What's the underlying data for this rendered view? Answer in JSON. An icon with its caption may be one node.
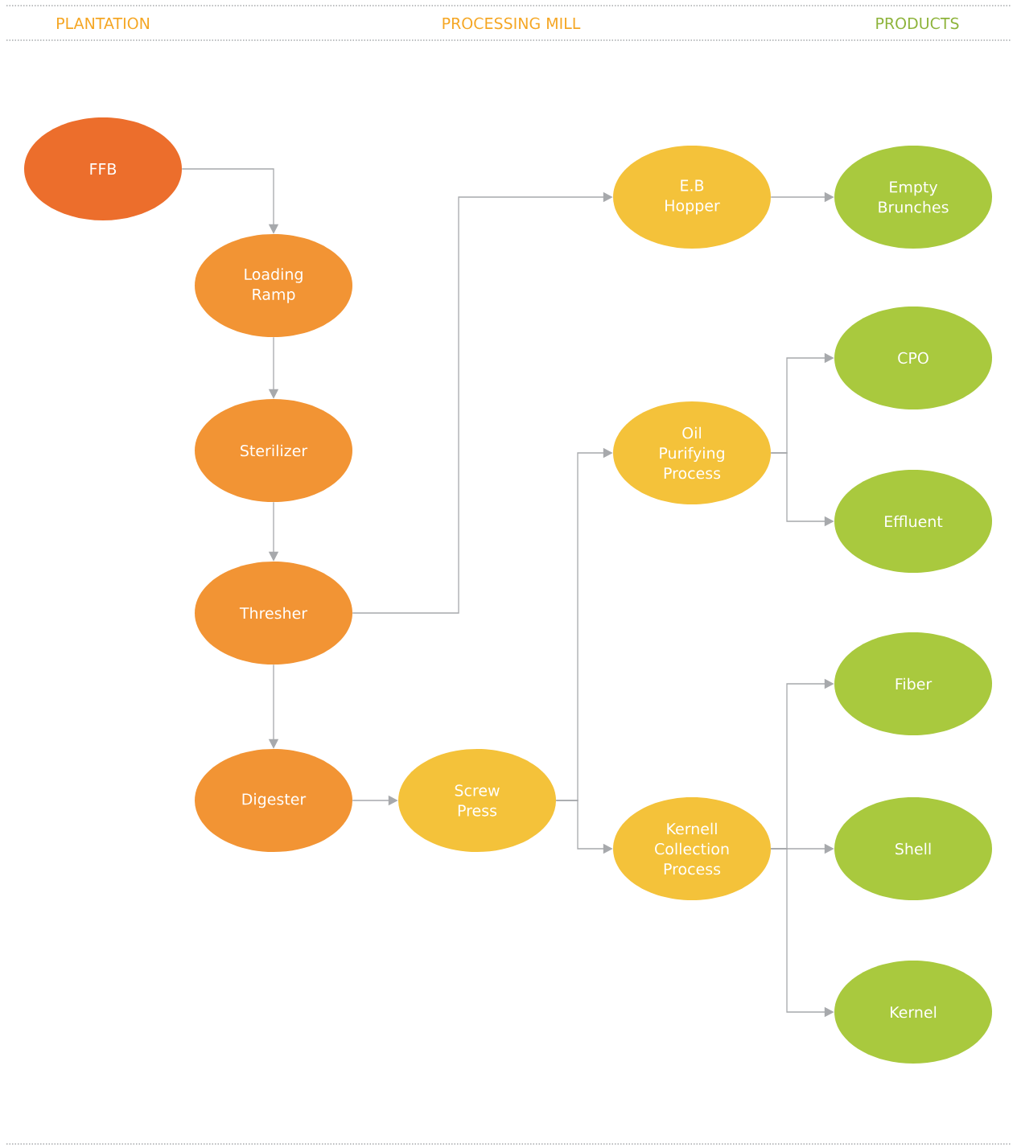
{
  "diagram": {
    "nodes": [
      {
        "text": [
          "FFB"
        ]
      },
      {
        "text": [
          "Loading Ramp"
        ]
      },
      {
        "text": [
          "Sterilizer"
        ]
      },
      {
        "text": [
          "Thresher"
        ]
      },
      {
        "text": [
          "Digester"
        ]
      },
      {
        "text": [
          "Screw Press"
        ]
      },
      {
        "text": [
          "E.B Hopper"
        ]
      },
      {
        "text": [
          "Oil Purifying Process"
        ]
      },
      {
        "text": [
          "Kernell Collection Process"
        ]
      },
      {
        "text": [
          "Empty Brunches"
        ]
      },
      {
        "text": [
          "CPO"
        ]
      },
      {
        "text": [
          "Effluent"
        ]
      },
      {
        "text": [
          "Fiber"
        ]
      },
      {
        "text": [
          "Shell"
        ]
      },
      {
        "text": [
          "Kernel"
        ]
      }
    ],
    "edges": [
      {
        "from": 0,
        "to": 1,
        "arrow": "to"
      },
      {
        "from": 1,
        "to": 2,
        "arrow": "to"
      },
      {
        "from": 2,
        "to": 3,
        "arrow": "to"
      },
      {
        "from": 3,
        "to": 4,
        "arrow": "to"
      },
      {
        "from": 3,
        "to": 6,
        "arrow": "to"
      },
      {
        "from": 4,
        "to": 5,
        "arrow": "to"
      },
      {
        "from": 5,
        "to": 7,
        "arrow": "to"
      },
      {
        "from": 5,
        "to": 8,
        "arrow": "to"
      },
      {
        "from": 6,
        "to": 9,
        "arrow": "to"
      },
      {
        "from": 7,
        "to": 10,
        "arrow": "to"
      },
      {
        "from": 7,
        "to": 11,
        "arrow": "to"
      },
      {
        "from": 8,
        "to": 12,
        "arrow": "to"
      },
      {
        "from": 8,
        "to": 13,
        "arrow": "to"
      },
      {
        "from": 8,
        "to": 14,
        "arrow": "to"
      }
    ],
    "labels": [
      "PLANTATION",
      "PROCESSING MILL",
      "PRODUCTS"
    ]
  }
}
